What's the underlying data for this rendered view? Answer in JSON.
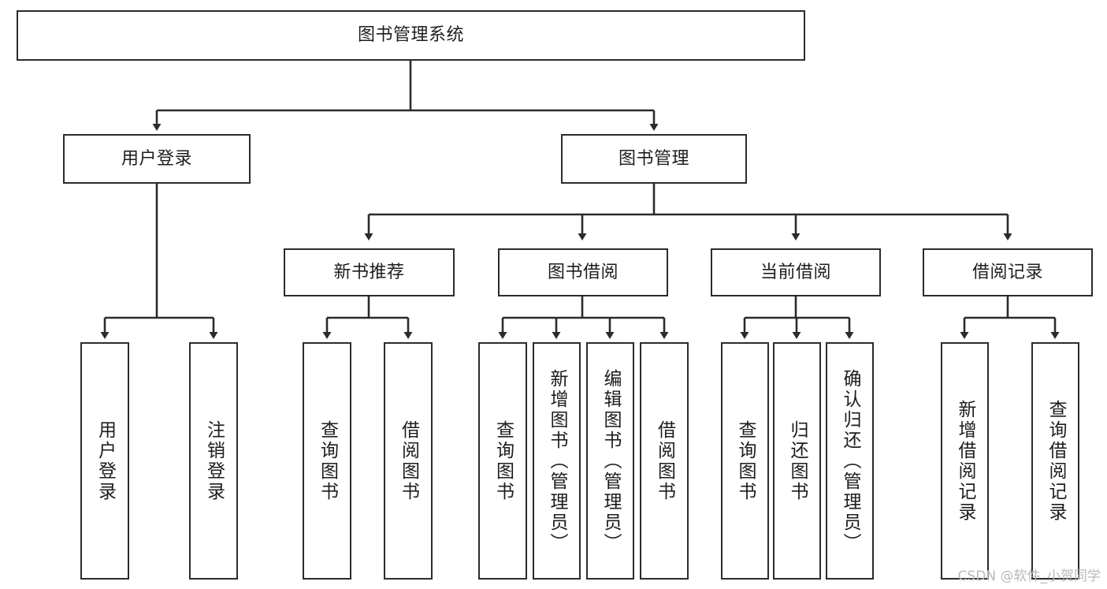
{
  "diagram": {
    "type": "tree",
    "title": "图书管理系统",
    "watermark": "CSDN @软件_小贺同学",
    "colors": {
      "box_border": "#2b2b2b",
      "box_fill": "#ffffff",
      "edge": "#2b2b2b",
      "text": "#1d1d1d",
      "watermark": "#b9b9b9"
    },
    "nodes": {
      "root": {
        "label": "图书管理系统",
        "level": 0,
        "orientation": "horizontal"
      },
      "user_login": {
        "label": "用户登录",
        "level": 1,
        "orientation": "horizontal"
      },
      "book_mgmt": {
        "label": "图书管理",
        "level": 1,
        "orientation": "horizontal"
      },
      "new_book_rec": {
        "label": "新书推荐",
        "level": 2,
        "orientation": "horizontal"
      },
      "book_borrow": {
        "label": "图书借阅",
        "level": 2,
        "orientation": "horizontal"
      },
      "current_borrow": {
        "label": "当前借阅",
        "level": 2,
        "orientation": "horizontal"
      },
      "borrow_record": {
        "label": "借阅记录",
        "level": 2,
        "orientation": "horizontal"
      },
      "leaf_user_login": {
        "label": "用户登录",
        "level": 2,
        "orientation": "vertical"
      },
      "leaf_logout": {
        "label": "注销登录",
        "level": 2,
        "orientation": "vertical"
      },
      "leaf_query_book_1": {
        "label": "查询图书",
        "level": 3,
        "orientation": "vertical"
      },
      "leaf_borrow_book_1": {
        "label": "借阅图书",
        "level": 3,
        "orientation": "vertical"
      },
      "leaf_query_book_2": {
        "label": "查询图书",
        "level": 3,
        "orientation": "vertical"
      },
      "leaf_add_book": {
        "label": "新增图书（管理员）",
        "level": 3,
        "orientation": "vertical"
      },
      "leaf_edit_book": {
        "label": "编辑图书（管理员）",
        "level": 3,
        "orientation": "vertical"
      },
      "leaf_borrow_book_2": {
        "label": "借阅图书",
        "level": 3,
        "orientation": "vertical"
      },
      "leaf_query_book_3": {
        "label": "查询图书",
        "level": 3,
        "orientation": "vertical"
      },
      "leaf_return_book": {
        "label": "归还图书",
        "level": 3,
        "orientation": "vertical"
      },
      "leaf_confirm_return": {
        "label": "确认归还（管理员）",
        "level": 3,
        "orientation": "vertical"
      },
      "leaf_add_record": {
        "label": "新增借阅记录",
        "level": 3,
        "orientation": "vertical"
      },
      "leaf_query_record": {
        "label": "查询借阅记录",
        "level": 3,
        "orientation": "vertical"
      }
    },
    "edges": [
      {
        "from": "root",
        "to": "user_login"
      },
      {
        "from": "root",
        "to": "book_mgmt"
      },
      {
        "from": "user_login",
        "to": "leaf_user_login"
      },
      {
        "from": "user_login",
        "to": "leaf_logout"
      },
      {
        "from": "book_mgmt",
        "to": "new_book_rec"
      },
      {
        "from": "book_mgmt",
        "to": "book_borrow"
      },
      {
        "from": "book_mgmt",
        "to": "current_borrow"
      },
      {
        "from": "book_mgmt",
        "to": "borrow_record"
      },
      {
        "from": "new_book_rec",
        "to": "leaf_query_book_1"
      },
      {
        "from": "new_book_rec",
        "to": "leaf_borrow_book_1"
      },
      {
        "from": "book_borrow",
        "to": "leaf_query_book_2"
      },
      {
        "from": "book_borrow",
        "to": "leaf_add_book"
      },
      {
        "from": "book_borrow",
        "to": "leaf_edit_book"
      },
      {
        "from": "book_borrow",
        "to": "leaf_borrow_book_2"
      },
      {
        "from": "current_borrow",
        "to": "leaf_query_book_3"
      },
      {
        "from": "current_borrow",
        "to": "leaf_return_book"
      },
      {
        "from": "current_borrow",
        "to": "leaf_confirm_return"
      },
      {
        "from": "borrow_record",
        "to": "leaf_add_record"
      },
      {
        "from": "borrow_record",
        "to": "leaf_query_record"
      }
    ]
  }
}
